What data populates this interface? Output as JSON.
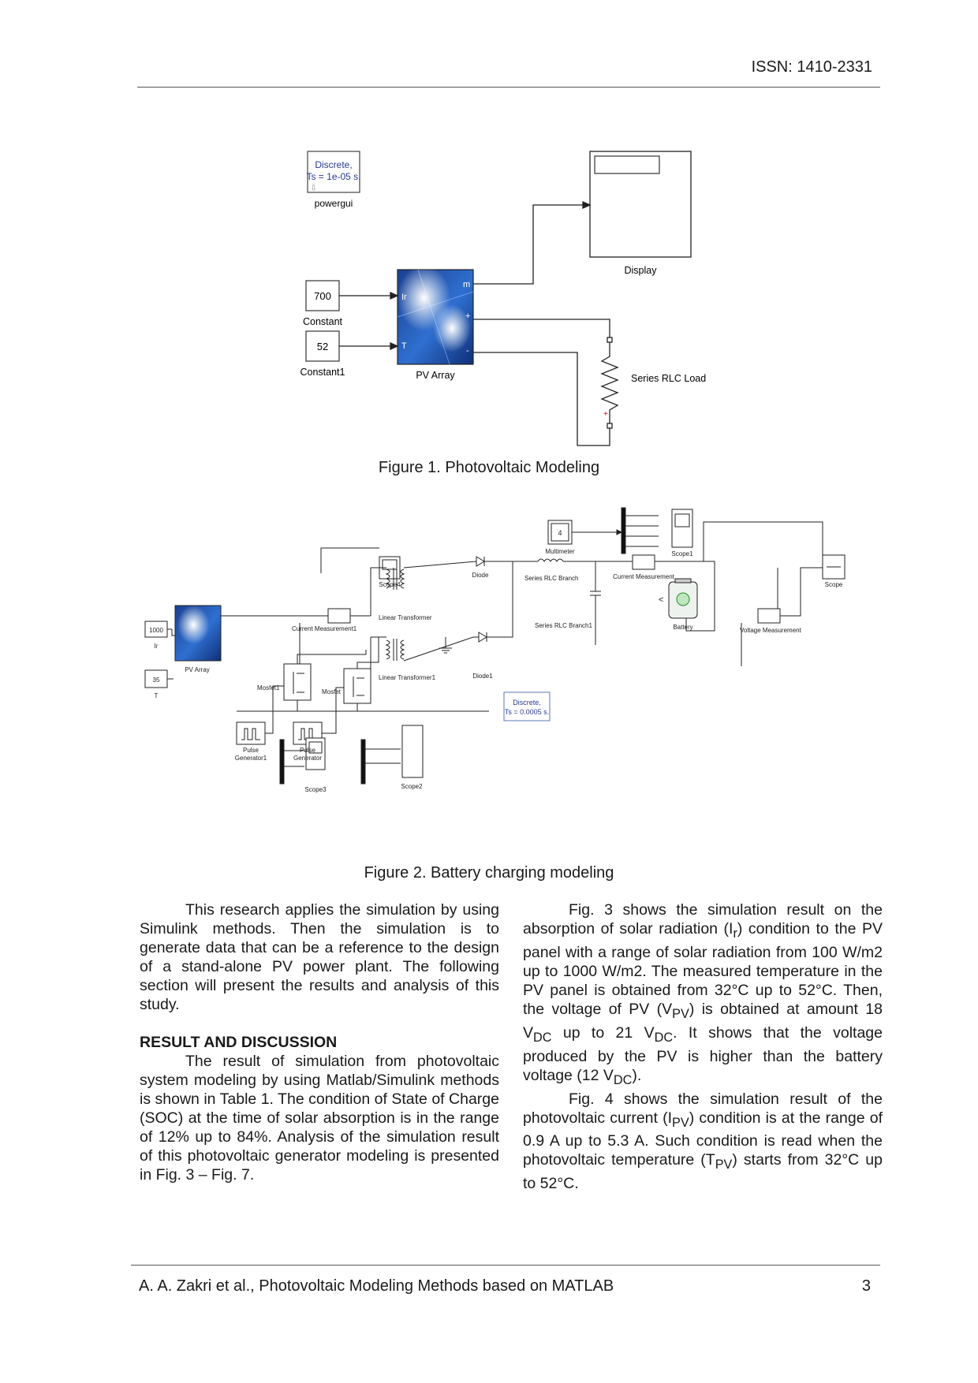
{
  "header": {
    "issn": "ISSN: 1410-2331"
  },
  "figure1": {
    "caption": "Figure 1. Photovoltaic Modeling",
    "blocks": {
      "powergui_line1": "Discrete,",
      "powergui_line2": "Ts = 1e-05 s.",
      "powergui_label": "powergui",
      "display_label": "Display",
      "constant_value": "700",
      "constant_label": "Constant",
      "constant1_value": "52",
      "constant1_label": "Constant1",
      "pv_label": "PV Array",
      "pv_port_ir": "Ir",
      "pv_port_t": "T",
      "pv_port_m": "m",
      "pv_port_plus": "+",
      "pv_port_minus": "-",
      "load_label": "Series RLC Load"
    }
  },
  "figure2": {
    "caption": "Figure 2. Battery charging modeling",
    "blocks": {
      "multimeter_value": "4",
      "multimeter_label": "Multimeter",
      "scope1_label": "Scope1",
      "scope_label": "Scope",
      "scope4_label": "Scope4",
      "scope3_label": "Scope3",
      "scope2_label": "Scope2",
      "current_measurement1_label": "Current Measurement1",
      "current_measurement_label": "Current Measurement",
      "linear_transformer_label": "Linear Transformer",
      "linear_transformer1_label": "Linear Transformer1",
      "diode_label": "Diode",
      "diode1_label": "Diode1",
      "series_rlc_branch_label": "Series RLC Branch",
      "series_rlc_branch1_label": "Series RLC Branch1",
      "battery_label": "Battery",
      "voltage_measurement_label": "Voltage Measurement",
      "ir_value": "1000",
      "ir_label": "Ir",
      "t_value": "35",
      "t_label": "T",
      "pv_label": "PV Array",
      "mosfet1_label": "Mosfet1",
      "mosfet_label": "Mosfet",
      "pulse1_label_1": "Pulse",
      "pulse1_label_2": "Generator1",
      "pulse_label_1": "Pulse",
      "pulse_label_2": "Generator",
      "powergui_line1": "Discrete,",
      "powergui_line2": "Ts = 0.0005 s."
    }
  },
  "body": {
    "left": {
      "para1": "This research applies the simulation by using Simulink methods. Then the simulation is to generate data that can be a reference to the design of a stand-alone PV power plant. The following section will present the results and analysis of this study.",
      "heading": "RESULT AND DISCUSSION",
      "para2": "The result of simulation from photovoltaic system modeling by using Matlab/Simulink methods is shown in Table 1.  The condition of State of Charge (SOC) at the time of solar absorption is in the range of 12% up to 84%. Analysis of the simulation result of this photovoltaic generator modeling is presented in Fig. 3 – Fig. 7."
    },
    "right": {
      "para1_a": "Fig. 3 shows the simulation result on the absorption of solar radiation (I",
      "para1_sub1": "r",
      "para1_b": ") condition to the PV panel with a range of solar radiation from 100 W/m2 up to 1000 W/m2. The measured temperature in the PV panel is obtained from 32°C up to 52°C. Then, the voltage of PV (V",
      "para1_sub2": "PV",
      "para1_c": ") is obtained at amount 18 V",
      "para1_sub3": "DC",
      "para1_d": " up to 21 V",
      "para1_sub4": "DC",
      "para1_e": ". It shows that the voltage produced by the PV is higher than the battery voltage (12 V",
      "para1_sub5": "DC",
      "para1_f": ").",
      "para2_a": "Fig. 4 shows the simulation result of the photovoltaic current (I",
      "para2_sub1": "PV",
      "para2_b": ") condition is at the range of 0.9 A up to 5.3 A. Such condition is read when the photovoltaic temperature (T",
      "para2_sub2": "PV",
      "para2_c": ") starts from 32°C up to 52°C."
    }
  },
  "footer": {
    "citation": "A. A. Zakri et al., Photovoltaic Modeling Methods based on MATLAB",
    "page_number": "3"
  }
}
